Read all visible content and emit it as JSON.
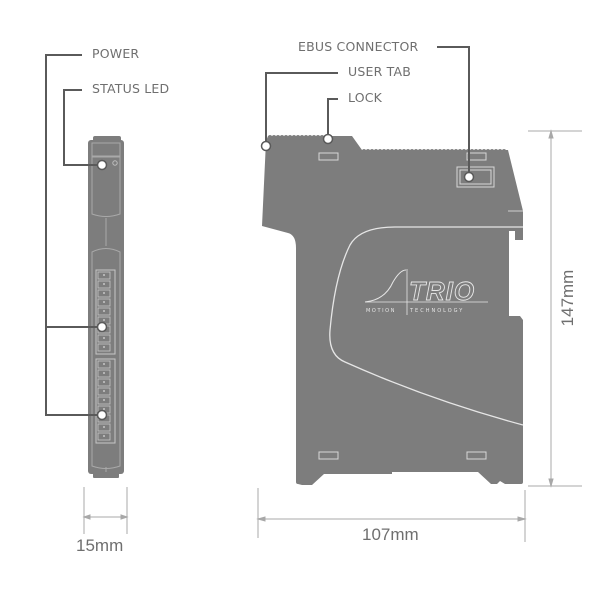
{
  "callouts": {
    "power": "POWER",
    "status_led": "STATUS LED",
    "ebus_connector": "EBUS CONNECTOR",
    "user_tab": "USER TAB",
    "lock": "LOCK"
  },
  "dimensions": {
    "front_width": "15mm",
    "side_width": "107mm",
    "side_height": "147mm"
  },
  "logo": {
    "brand": "TRIO",
    "tagline_left": "MOTION",
    "tagline_right": "TECHNOLOGY"
  },
  "colors": {
    "body": "#7d7d7d",
    "outline": "#d8d8d8",
    "leader": "#5a5a5a",
    "dim_line": "#a8a8a8",
    "text": "#6f6f6f"
  }
}
